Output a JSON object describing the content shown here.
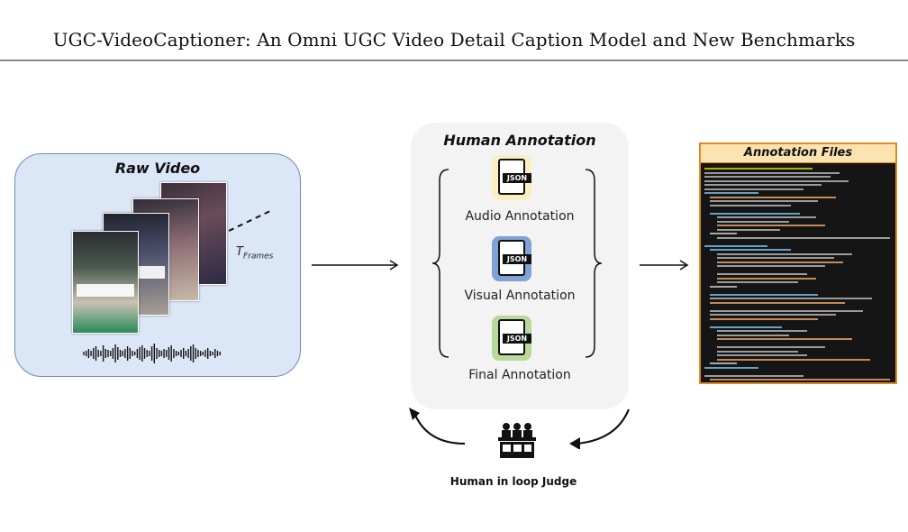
{
  "paper_title": "UGC-VideoCaptioner: An Omni UGC Video Detail Caption Model and New Benchmarks",
  "raw_video": {
    "title": "Raw Video",
    "t_frames_main": "T",
    "t_frames_sub": "Frames"
  },
  "human_annotation": {
    "title": "Human Annotation",
    "json_badge": "JSON",
    "items": [
      {
        "label": "Audio Annotation",
        "icon_color": "#fbeec0"
      },
      {
        "label": "Visual Annotation",
        "icon_color": "#7ea3d4"
      },
      {
        "label": "Final Annotation",
        "icon_color": "#b9d99a"
      }
    ]
  },
  "annotation_files": {
    "title": "Annotation Files",
    "code_colors": [
      "#e6e600",
      "#c8c8c8",
      "#7fd0ff",
      "#ffb36b",
      "#d8d8d8"
    ]
  },
  "judge": {
    "label": "Human in loop Judge"
  }
}
